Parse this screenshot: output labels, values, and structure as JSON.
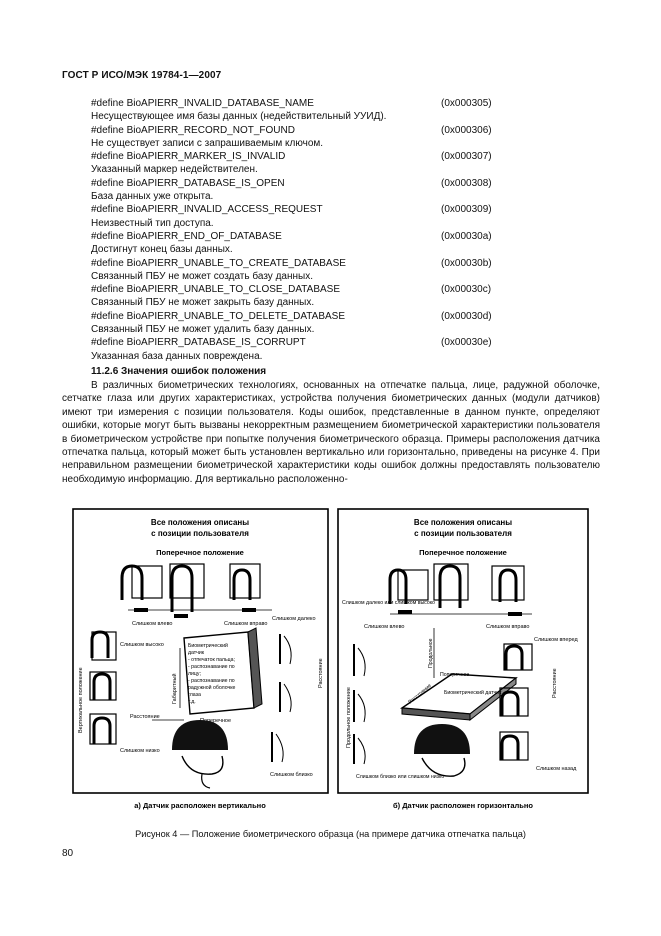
{
  "header": "ГОСТ Р ИСО/МЭК 19784-1—2007",
  "errors": [
    {
      "define": "#define BioAPIERR_INVALID_DATABASE_NAME",
      "code": "(0x000305)",
      "desc": "Несуществующее имя базы данных (недействительный УУИД)."
    },
    {
      "define": "#define BioAPIERR_RECORD_NOT_FOUND",
      "code": "(0x000306)",
      "desc": "Не существует записи с запрашиваемым ключом."
    },
    {
      "define": "#define BioAPIERR_MARKER_IS_INVALID",
      "code": "(0x000307)",
      "desc": "Указанный маркер недействителен."
    },
    {
      "define": "#define BioAPIERR_DATABASE_IS_OPEN",
      "code": "(0x000308)",
      "desc": "База данных уже открыта."
    },
    {
      "define": "#define BioAPIERR_INVALID_ACCESS_REQUEST",
      "code": "(0x000309)",
      "desc": "Неизвестный тип доступа."
    },
    {
      "define": "#define BioAPIERR_END_OF_DATABASE",
      "code": "(0x00030a)",
      "desc": "Достигнут конец базы данных."
    },
    {
      "define": "#define BioAPIERR_UNABLE_TO_CREATE_DATABASE",
      "code": "(0x00030b)",
      "desc": "Связанный ПБУ не может создать базу данных."
    },
    {
      "define": "#define BioAPIERR_UNABLE_TO_CLOSE_DATABASE",
      "code": "(0x00030c)",
      "desc": "Связанный ПБУ не может закрыть базу данных."
    },
    {
      "define": "#define BioAPIERR_UNABLE_TO_DELETE_DATABASE",
      "code": "(0x00030d)",
      "desc": "Связанный ПБУ не может удалить базу данных."
    },
    {
      "define": "#define BioAPIERR_DATABASE_IS_CORRUPT",
      "code": "(0x00030e)",
      "desc": "Указанная база данных повреждена."
    }
  ],
  "section_title": "11.2.6 Значения ошибок положения",
  "paragraph": "В различных биометрических технологиях, основанных на отпечатке пальца, лице, радужной оболочке, сетчатке глаза или других характеристиках, устройства получения биометрических данных (модули датчиков) имеют три измерения с позиции пользователя. Коды ошибок, представленные в данном пункте, определяют ошибки, которые могут быть вызваны некорректным размещением биометрической характеристики пользователя в биометрическом устройстве при попытке получения биометрического образца. Примеры расположения датчика отпечатка пальца, который может быть установлен вертикально или горизонтально, приведены на рисунке 4. При неправильном размещении биометрической характеристики коды ошибок должны предоставлять пользователю необходимую информацию. Для вертикально расположенно-",
  "figure": {
    "panel_a": {
      "title1": "Все положения описаны",
      "title2": "с позиции пользователя",
      "cross": "Поперечное положение",
      "too_left": "Слишком влево",
      "too_right": "Слишком вправо",
      "too_far": "Слишком далеко",
      "too_high": "Слишком высоко",
      "vertical": "Вертикальное положение",
      "sensor_lines": [
        "Биометрический",
        "датчик",
        "- отпечаток пальца;",
        "- распознавание по",
        "лицу;",
        "- распознавание по",
        "радужной оболочке",
        "глаза",
        "т.д."
      ],
      "height": "Габаритный",
      "distance": "Расстояние",
      "cross2": "Поперечное",
      "too_low": "Слишком низко",
      "too_close": "Слишком близко",
      "depth": "Расстояние",
      "caption": "а) Датчик расположен вертикально"
    },
    "panel_b": {
      "title1": "Все положения описаны",
      "title2": "с позиции пользователя",
      "cross": "Поперечное положение",
      "too_far": "Слишком далеко или слишком высоко",
      "too_left": "Слишком влево",
      "too_right": "Слишком вправо",
      "too_forward": "Слишком вперед",
      "longitudinal": "Продольное положение",
      "across": "Поперечное",
      "lateral": "Продольное",
      "distance": "Расстояние",
      "sensor": "Биометрический датчик",
      "depth": "Расстояние",
      "too_close": "Слишком близко или слишком низко",
      "too_back": "Слишком назад",
      "caption": "б) Датчик расположен горизонтально"
    }
  },
  "caption": "Рисунок 4 — Положение биометрического образца (на примере датчика отпечатка пальца)",
  "page_number": "80"
}
